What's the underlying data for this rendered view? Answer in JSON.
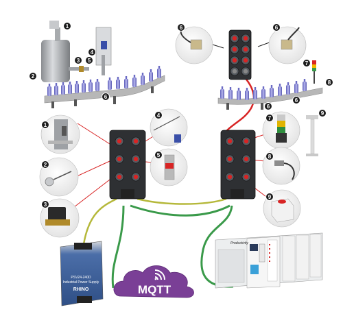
{
  "callouts": {
    "top_left": [
      "1",
      "2",
      "3",
      "4",
      "5",
      "6"
    ],
    "top_right": [
      "6",
      "6",
      "7",
      "8",
      "6",
      "6",
      "9"
    ],
    "left_sensors": [
      "1",
      "2",
      "3"
    ],
    "middle_sensors": [
      "4",
      "5"
    ],
    "right_devices": [
      "7",
      "8",
      "9"
    ]
  },
  "power_supply": {
    "model": "PSV24-240D",
    "subtitle": "Industrial Power Supply",
    "brand": "RHINO"
  },
  "cloud": {
    "label": "MQTT"
  },
  "plc": {
    "brand": "Productivity"
  },
  "colors": {
    "cable_red": "#d82424",
    "cable_green": "#3a9a4a",
    "cable_yellow": "#b5b83a",
    "module_dark": "#2e3033",
    "mqtt_purple": "#7a3f96",
    "bottle_blue": "#7f7fd4",
    "conveyor": "#b7b7b7"
  }
}
